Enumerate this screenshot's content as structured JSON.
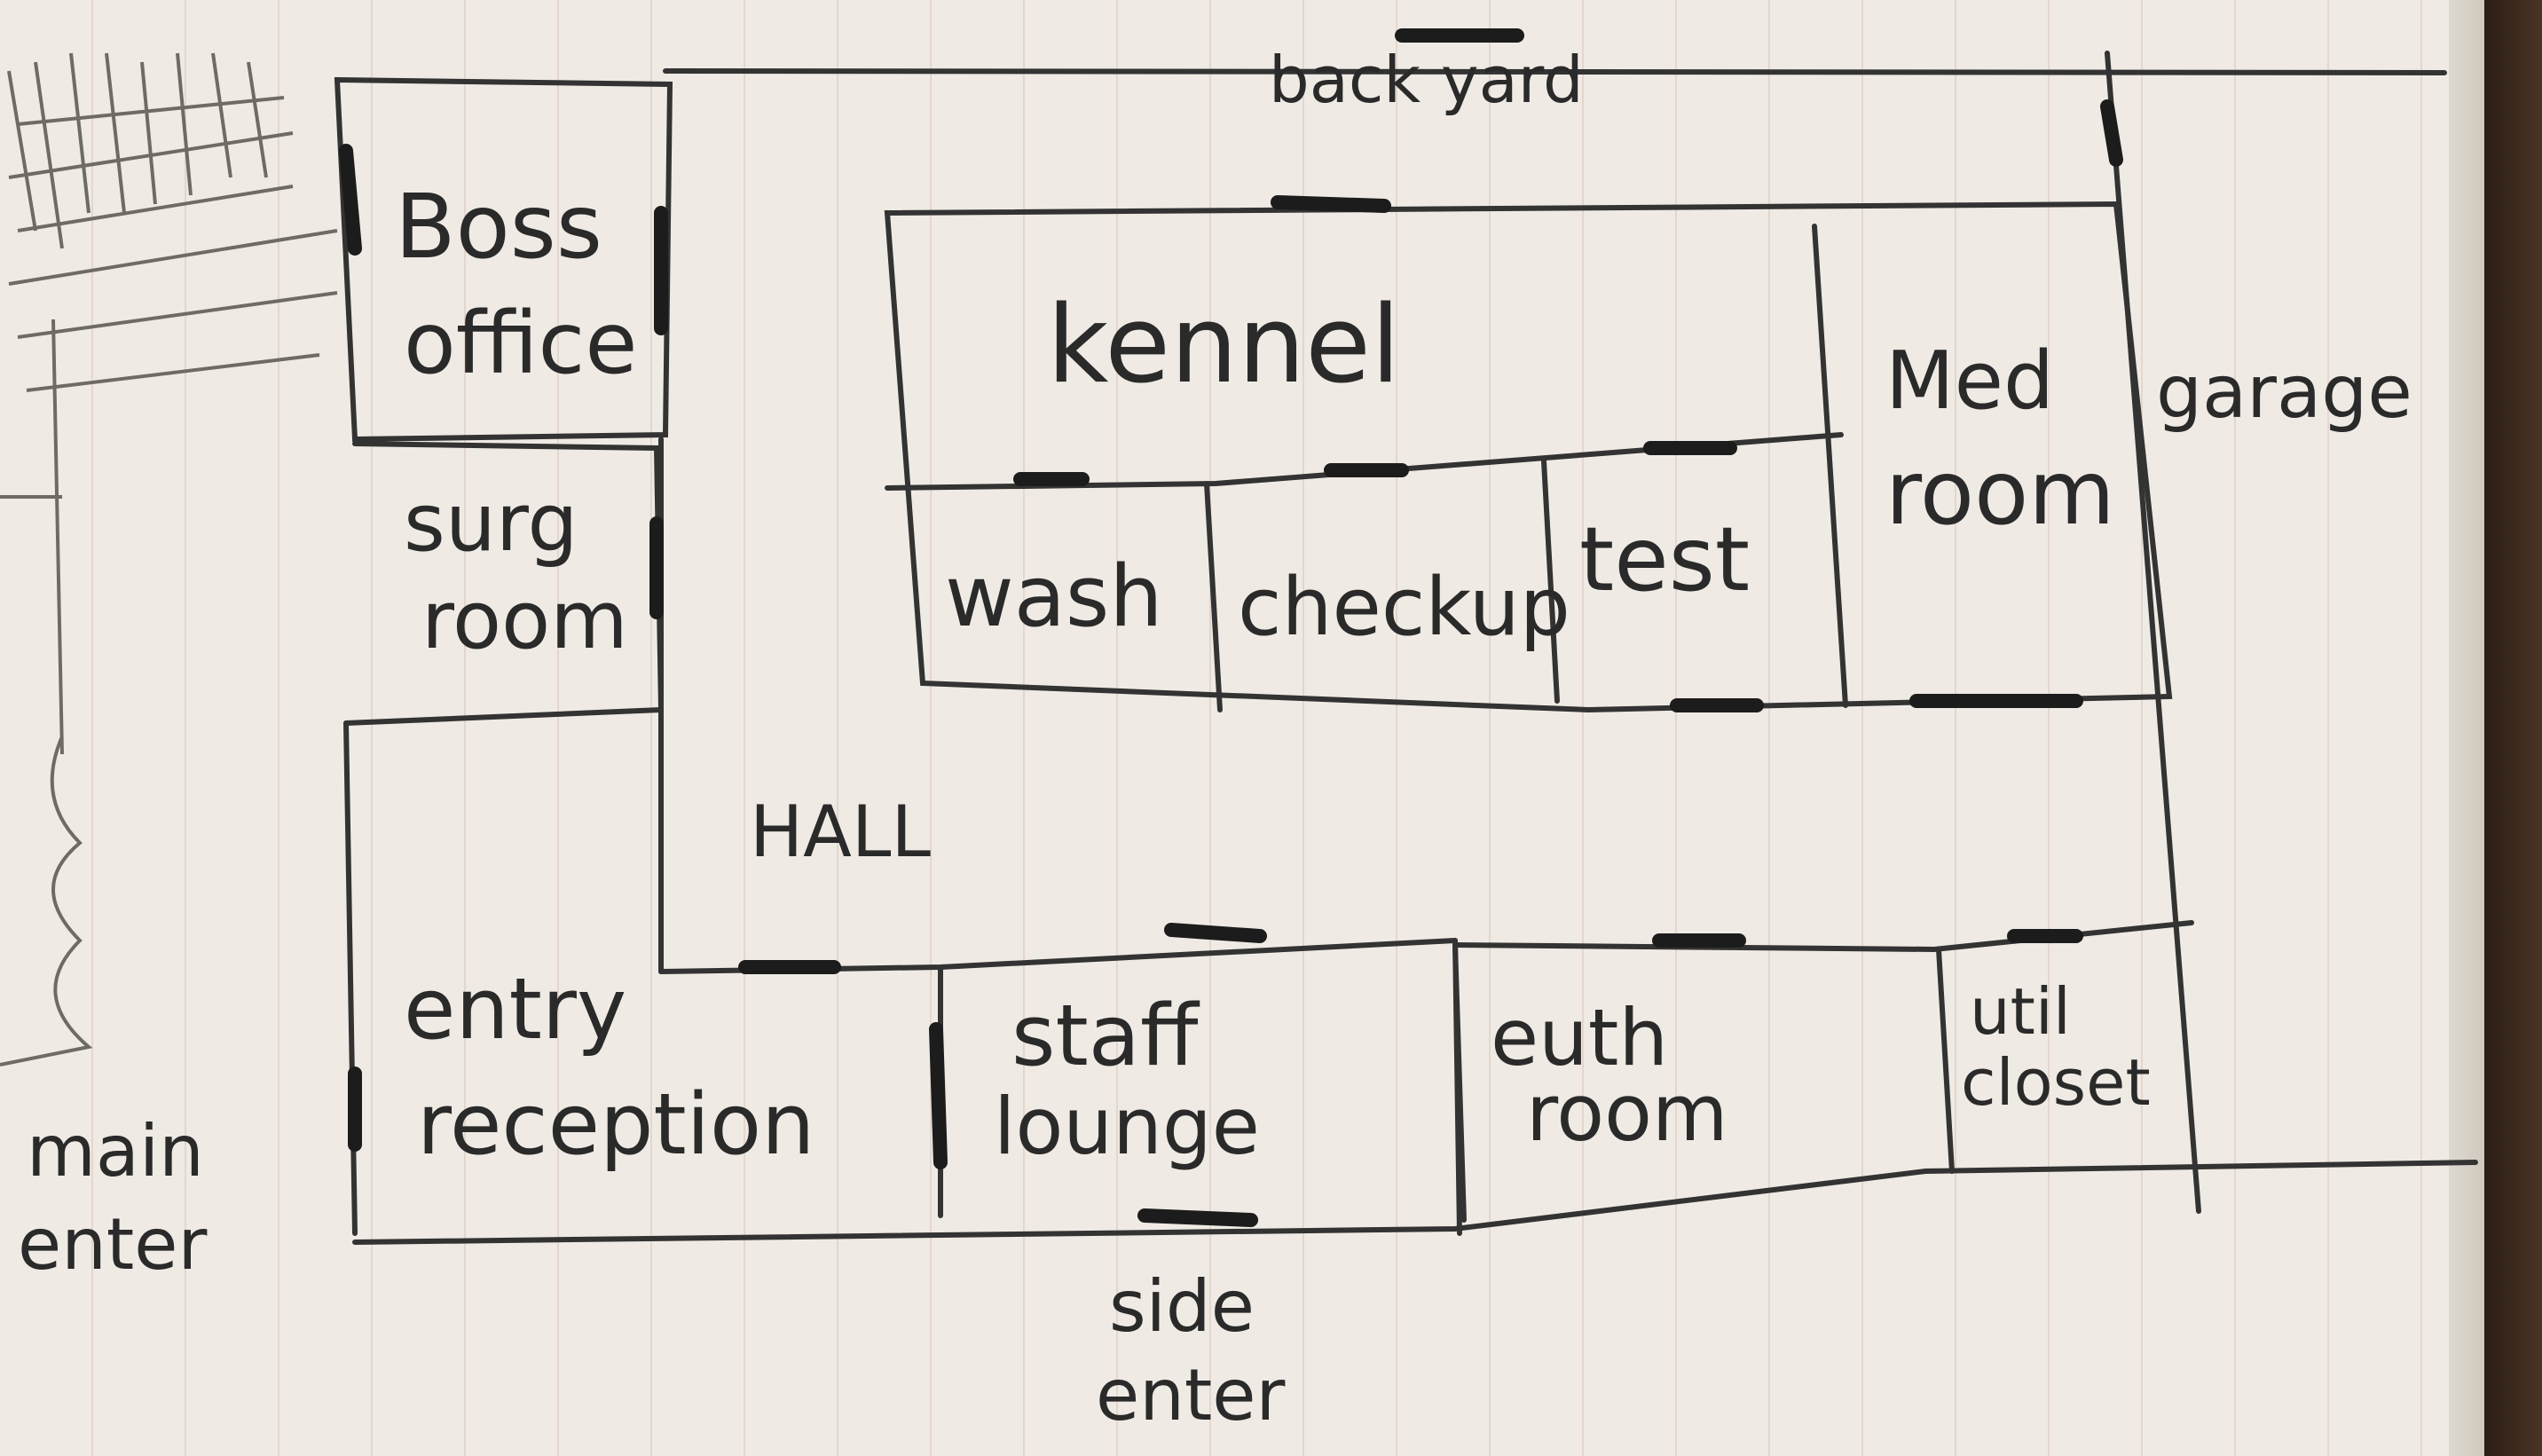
{
  "floorplan": {
    "outside": {
      "back_yard": "back yard",
      "garage": "garage",
      "main_enter_line1": "main",
      "main_enter_line2": "enter",
      "side_enter_line1": "side",
      "side_enter_line2": "enter"
    },
    "rooms": {
      "boss_office_line1": "Boss",
      "boss_office_line2": "office",
      "surg_room_line1": "surg",
      "surg_room_line2": "room",
      "hall": "HALL",
      "entry_reception_line1": "entry",
      "entry_reception_line2": "reception",
      "kennel": "kennel",
      "wash": "wash",
      "checkup": "checkup",
      "test": "test",
      "med_room_line1": "Med",
      "med_room_line2": "room",
      "staff_lounge_line1": "staff",
      "staff_lounge_line2": "lounge",
      "euth_room_line1": "euth",
      "euth_room_line2": "room",
      "util_closet_line1": "util",
      "util_closet_line2": "closet"
    }
  }
}
